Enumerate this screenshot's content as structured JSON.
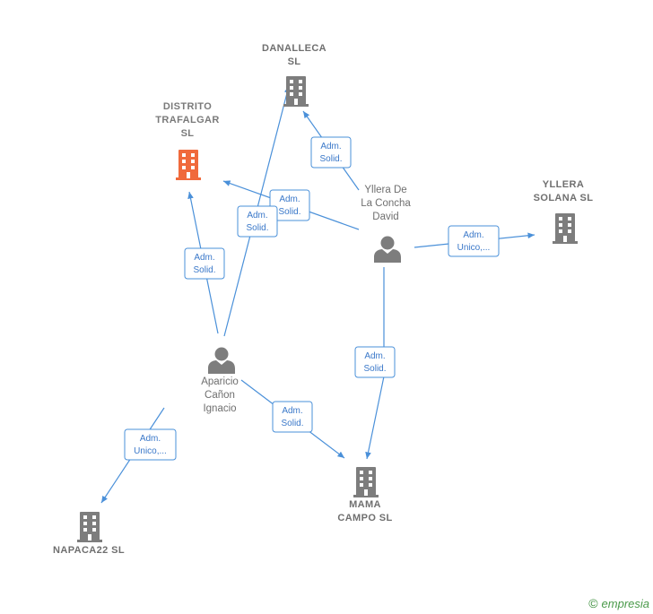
{
  "colors": {
    "edge": "#4a90d9",
    "building": "#7d7d7d",
    "building_focus": "#f06a3c",
    "person": "#7d7d7d"
  },
  "nodes": {
    "danalleca": {
      "type": "company",
      "lines": [
        "DANALLECA",
        "SL"
      ],
      "icon": "building-icon"
    },
    "distrito": {
      "type": "company",
      "focus": true,
      "lines": [
        "DISTRITO",
        "TRAFALGAR",
        "SL"
      ],
      "icon": "building-icon"
    },
    "yllera_solana": {
      "type": "company",
      "lines": [
        "YLLERA",
        "SOLANA  SL"
      ],
      "icon": "building-icon"
    },
    "mama_campo": {
      "type": "company",
      "lines": [
        "MAMA",
        "CAMPO SL"
      ],
      "icon": "building-icon"
    },
    "napaca": {
      "type": "company",
      "lines": [
        "NAPACA22  SL"
      ],
      "icon": "building-icon"
    },
    "yllera_david": {
      "type": "person",
      "lines": [
        "Yllera De",
        "La Concha",
        "David"
      ],
      "icon": "person-icon"
    },
    "aparicio": {
      "type": "person",
      "lines": [
        "Aparicio",
        "Cañon",
        "Ignacio"
      ],
      "icon": "person-icon"
    }
  },
  "edges": [
    {
      "from": "yllera_david",
      "to": "danalleca",
      "lines": [
        "Adm.",
        "Solid."
      ]
    },
    {
      "from": "yllera_david",
      "to": "distrito",
      "lines": [
        "Adm.",
        "Solid."
      ]
    },
    {
      "from": "yllera_david",
      "to": "yllera_solana",
      "lines": [
        "Adm.",
        "Unico,..."
      ]
    },
    {
      "from": "yllera_david",
      "to": "mama_campo",
      "lines": [
        "Adm.",
        "Solid."
      ]
    },
    {
      "from": "aparicio",
      "to": "danalleca",
      "lines": [
        "Adm.",
        "Solid."
      ]
    },
    {
      "from": "aparicio",
      "to": "distrito",
      "lines": [
        "Adm.",
        "Solid."
      ]
    },
    {
      "from": "aparicio",
      "to": "mama_campo",
      "lines": [
        "Adm.",
        "Solid."
      ]
    },
    {
      "from": "aparicio",
      "to": "napaca",
      "lines": [
        "Adm.",
        "Unico,..."
      ]
    }
  ],
  "footer": {
    "copyright": "©",
    "brand": "empresia"
  }
}
